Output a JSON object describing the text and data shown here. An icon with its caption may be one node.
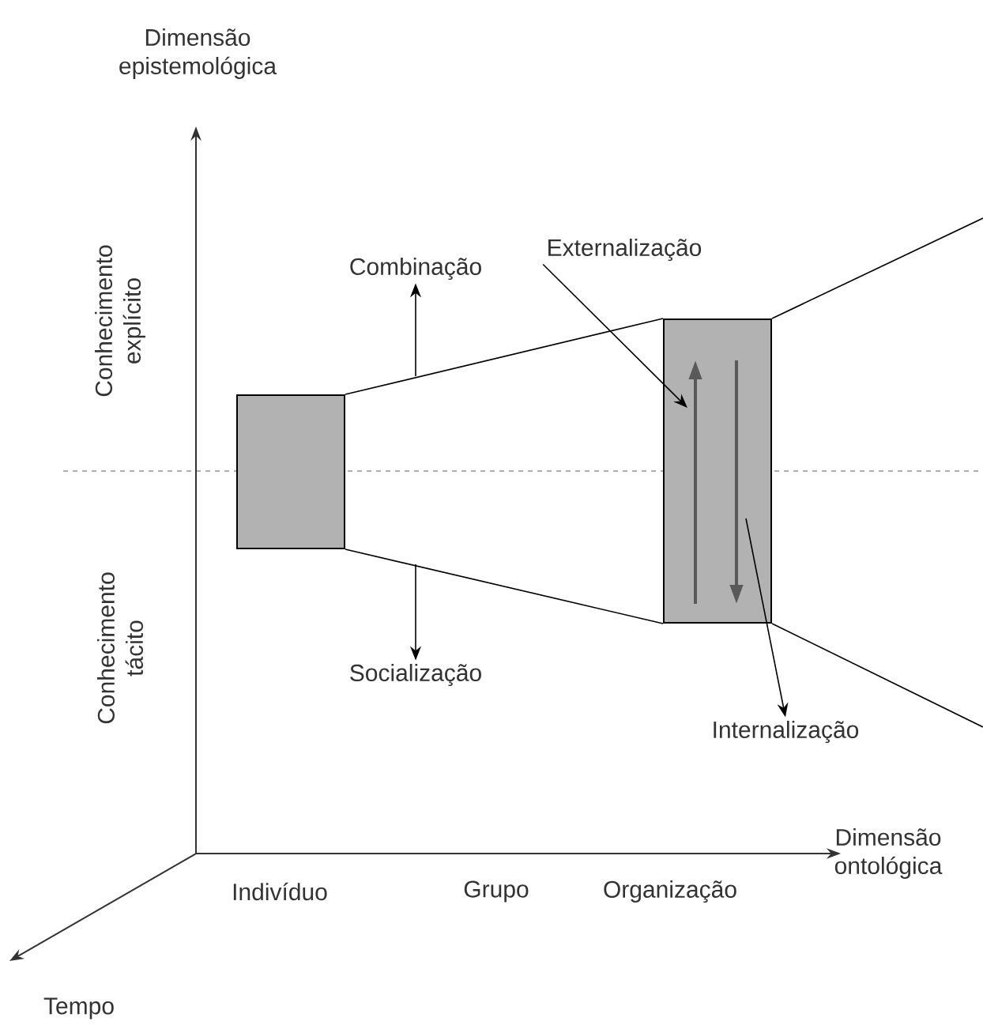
{
  "diagram": {
    "nodes": [
      {
        "text": [],
        "shape": "box"
      },
      {
        "text": [],
        "shape": "box"
      },
      {
        "text": [
          "Combinação"
        ]
      },
      {
        "text": [
          "Socialização"
        ]
      },
      {
        "text": [
          "Externalização"
        ]
      },
      {
        "text": [
          "Internalização"
        ]
      }
    ],
    "edges": [
      {
        "from": 0,
        "to": 1,
        "arrow": "none"
      },
      {
        "from": 0,
        "to": 1,
        "arrow": "none"
      },
      {
        "from": 1,
        "to": null,
        "arrow": "none"
      },
      {
        "from": 1,
        "to": null,
        "arrow": "none"
      },
      {
        "from": null,
        "to": 2,
        "arrow": "to"
      },
      {
        "from": null,
        "to": 3,
        "arrow": "to"
      },
      {
        "from": 4,
        "to": 1,
        "arrow": "to"
      },
      {
        "from": 1,
        "to": 5,
        "arrow": "to"
      }
    ],
    "labels": [
      "Dimensão epistemológica",
      "Conhecimento explícito",
      "Conhecimento tácito",
      "Dimensão ontológica",
      "Indivíduo",
      "Grupo",
      "Organização",
      "Tempo"
    ]
  }
}
